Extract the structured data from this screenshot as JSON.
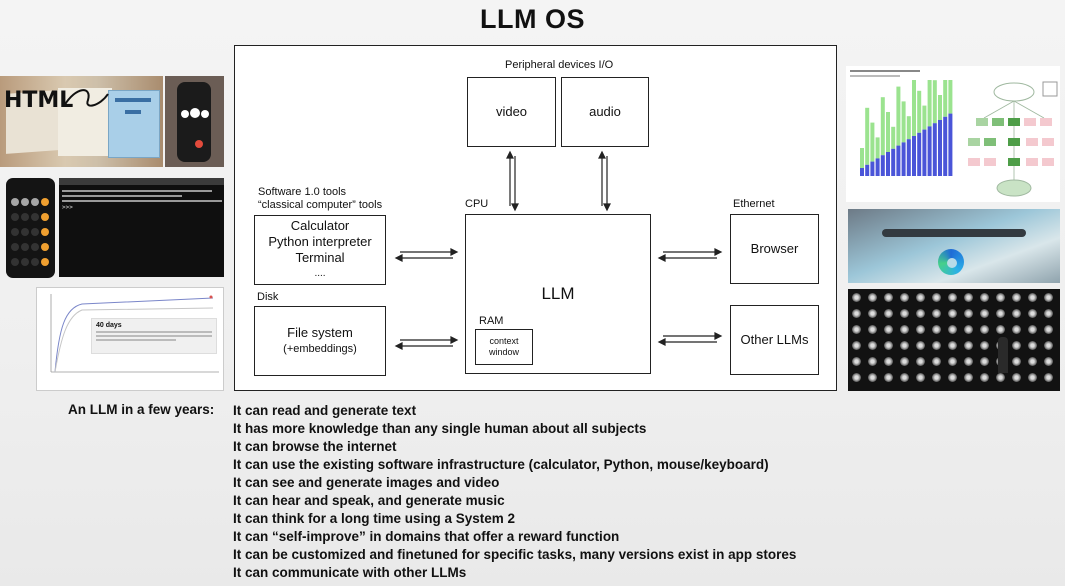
{
  "title": "LLM OS",
  "diagram": {
    "peripheral_label": "Peripheral devices I/O",
    "video": "video",
    "audio": "audio",
    "software_label_1": "Software 1.0 tools",
    "software_label_2": "“classical computer” tools",
    "tools": [
      "Calculator",
      "Python interpreter",
      "Terminal",
      "...."
    ],
    "cpu_label": "CPU",
    "llm": "LLM",
    "ram_label": "RAM",
    "context_window_1": "context",
    "context_window_2": "window",
    "disk_label": "Disk",
    "file_system_1": "File system",
    "file_system_2": "(+embeddings)",
    "ethernet_label": "Ethernet",
    "browser": "Browser",
    "other_llms": "Other LLMs"
  },
  "thumbnails": {
    "html_sketch_text": "HTML",
    "terminal_prompt": ">>> ",
    "chart_note_title": "40 days"
  },
  "bottom": {
    "label": "An LLM in a few years:",
    "items": [
      "It can read and generate text",
      "It has more knowledge than any single human about all subjects",
      "It can browse the internet",
      "It can use the existing software infrastructure (calculator, Python, mouse/keyboard)",
      "It can see and generate images and video",
      "It can hear and speak, and generate music",
      "It can think for a long time using a System 2",
      "It can “self-improve” in domains that offer a reward function",
      "It can be customized and finetuned for specific tasks, many versions exist in app stores",
      "It can communicate with other LLMs"
    ]
  }
}
